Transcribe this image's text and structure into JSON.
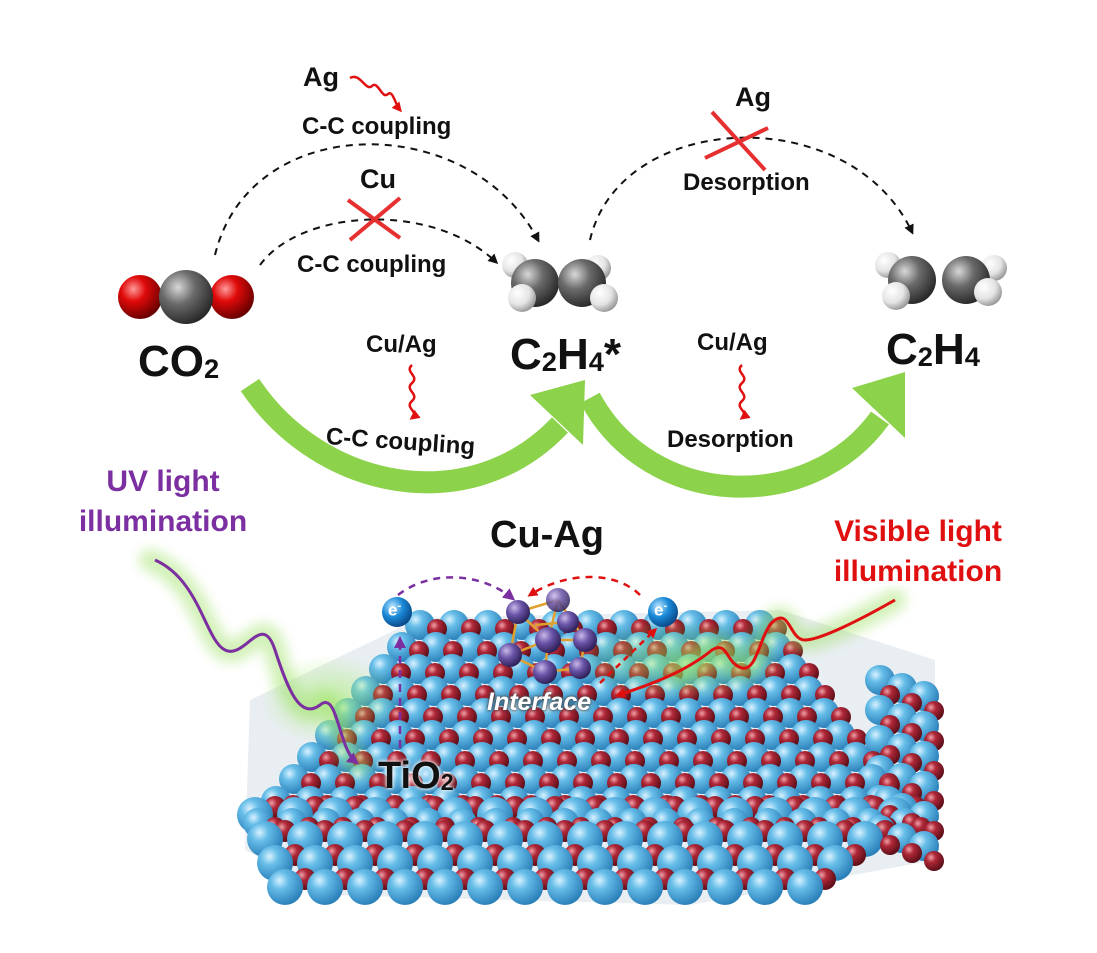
{
  "labels": {
    "ag_top_left": "Ag",
    "cc_top_left": "C-C coupling",
    "cu_mid": "Cu",
    "cc_mid": "C-C coupling",
    "cuag_left": "Cu/Ag",
    "cc_bottom": "C-C coupling",
    "ag_top_right": "Ag",
    "desorption_top": "Desorption",
    "cuag_right": "Cu/Ag",
    "desorption_bottom": "Desorption",
    "uv_line1": "UV light",
    "uv_line2": "illumination",
    "vis_line1": "Visible light",
    "vis_line2": "illumination",
    "cluster": "Cu-Ag",
    "interface": "Interface",
    "electron": "e",
    "electron_sup": "-"
  },
  "species": {
    "co2_main": "CO",
    "co2_sub": "2",
    "c2h4ads_c": "C",
    "c2h4ads_sub1": "2",
    "c2h4ads_h": "H",
    "c2h4ads_sub2": "4",
    "c2h4ads_star": "*",
    "c2h4_c": "C",
    "c2h4_sub1": "2",
    "c2h4_h": "H",
    "c2h4_sub2": "4",
    "tio2_main": "TiO",
    "tio2_sub": "2"
  },
  "colors": {
    "uv_purple": "#7b2fa0",
    "visible_red": "#e01010",
    "green_arrow": "#8cd24a",
    "ti_blue": "#4aa8d8",
    "o_red": "#a8202e",
    "cluster_purple": "#6a55a8"
  }
}
